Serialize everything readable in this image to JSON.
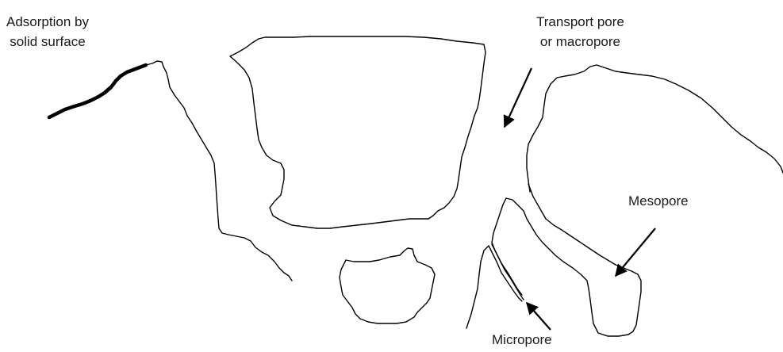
{
  "labels": {
    "adsorption": {
      "line1": "Adsorption by",
      "line2": "solid surface"
    },
    "transport": {
      "line1": "Transport pore",
      "line2": "or macropore"
    },
    "mesopore": "Mesopore",
    "micropore": "Micropore"
  },
  "colors": {
    "ink": "#000000",
    "text": "#1a1a1a",
    "background": "#ffffff"
  }
}
